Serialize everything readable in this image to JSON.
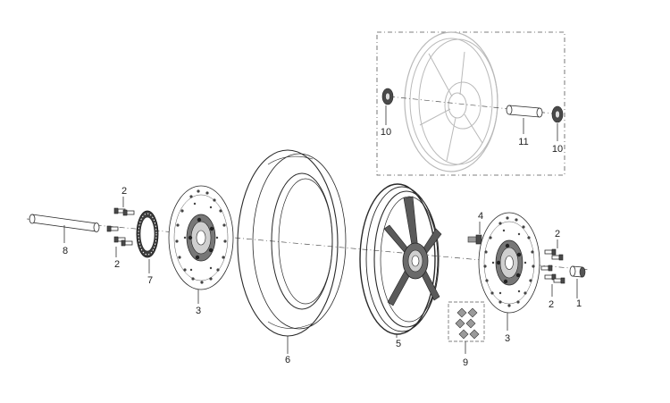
{
  "labels": {
    "p1": "1",
    "p2a": "2",
    "p2b": "2",
    "p2c": "2",
    "p2d": "2",
    "p3a": "3",
    "p3b": "3",
    "p4": "4",
    "p5": "5",
    "p6": "6",
    "p7": "7",
    "p8": "8",
    "p9": "9",
    "p10a": "10",
    "p10b": "10",
    "p11": "11"
  }
}
